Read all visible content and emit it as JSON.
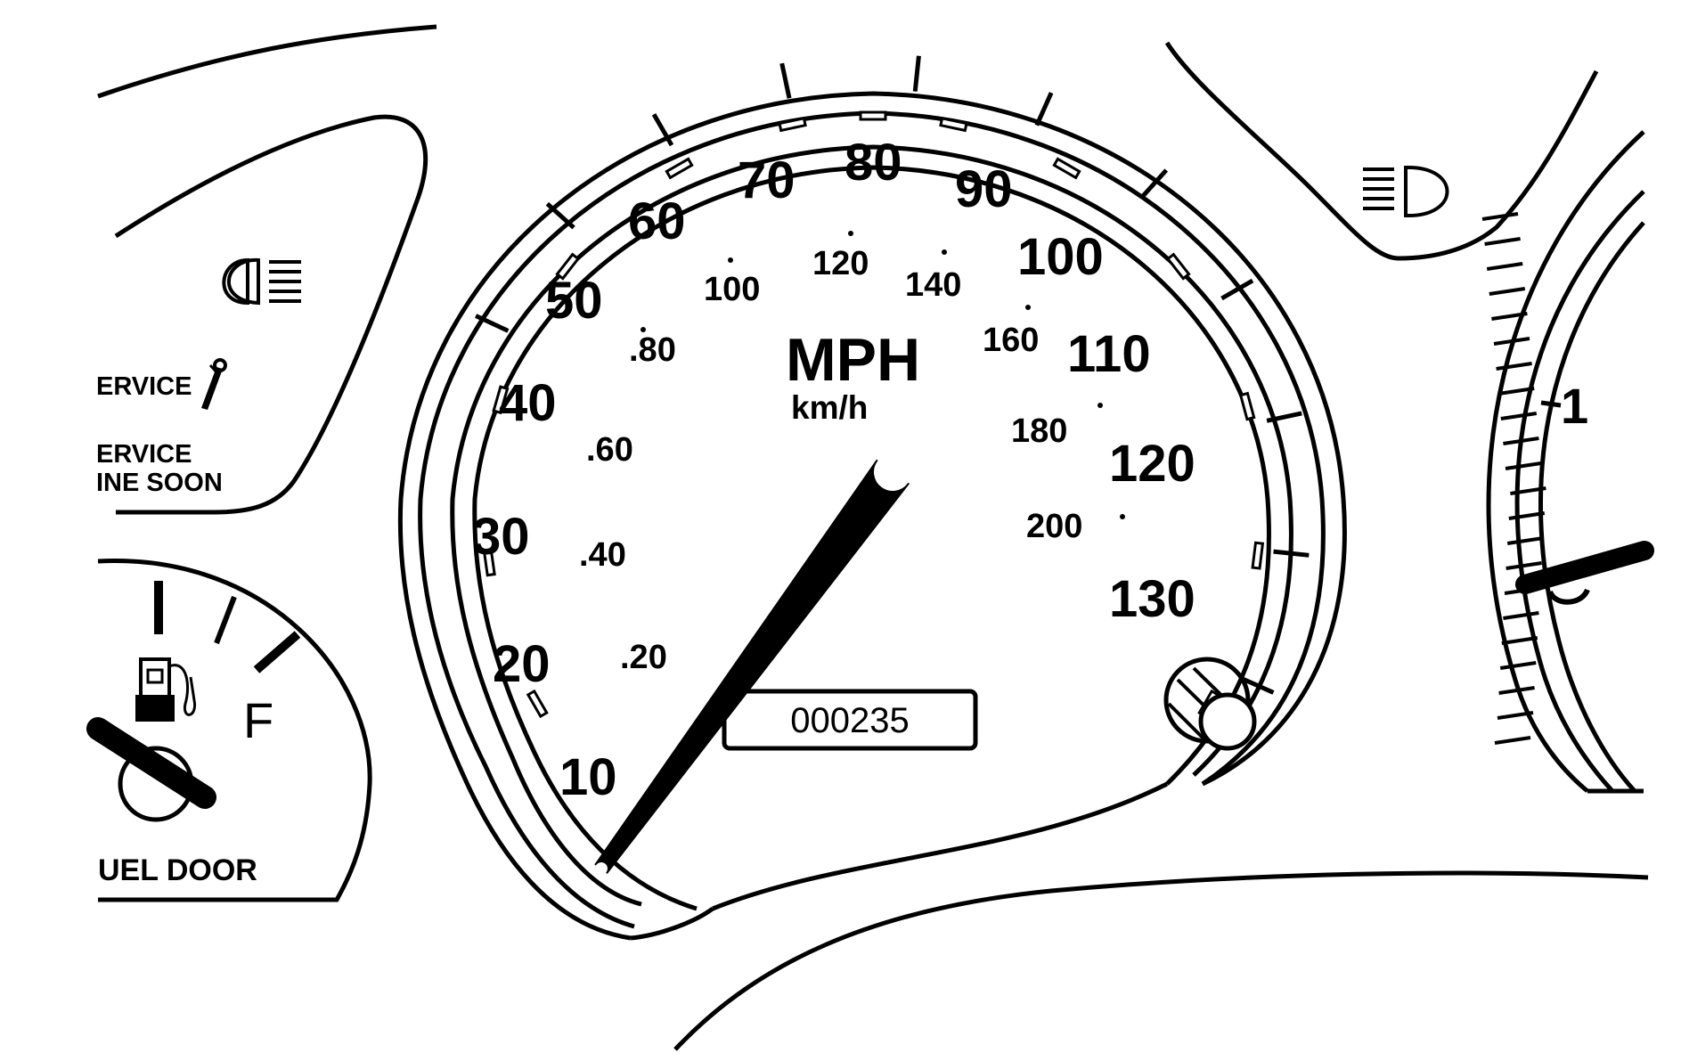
{
  "speedometer": {
    "unit_primary": "MPH",
    "unit_secondary": "km/h",
    "mph_labels": [
      "10",
      "20",
      "30",
      "40",
      "50",
      "60",
      "70",
      "80",
      "90",
      "100",
      "110",
      "120",
      "130"
    ],
    "kmh_labels": [
      ".20",
      ".40",
      ".60",
      ".80",
      "100",
      "120",
      "140",
      "160",
      "180",
      "200"
    ],
    "odometer": "000235",
    "needle_reading_mph": 5
  },
  "left_cluster": {
    "lamp_label_1": "ERVICE",
    "lamp_label_2a": "ERVICE",
    "lamp_label_2b": "INE SOON",
    "fuel_full_label": "F",
    "fuel_door_label": "UEL DOOR"
  },
  "right_cluster": {
    "tick_label": "1"
  },
  "icons": [
    "headlamp-low-beam-icon",
    "headlamp-high-beam-icon",
    "wrench-icon",
    "fuel-pump-icon",
    "trip-reset-knob-icon"
  ],
  "colors": {
    "ink": "#000000",
    "background": "#ffffff"
  }
}
